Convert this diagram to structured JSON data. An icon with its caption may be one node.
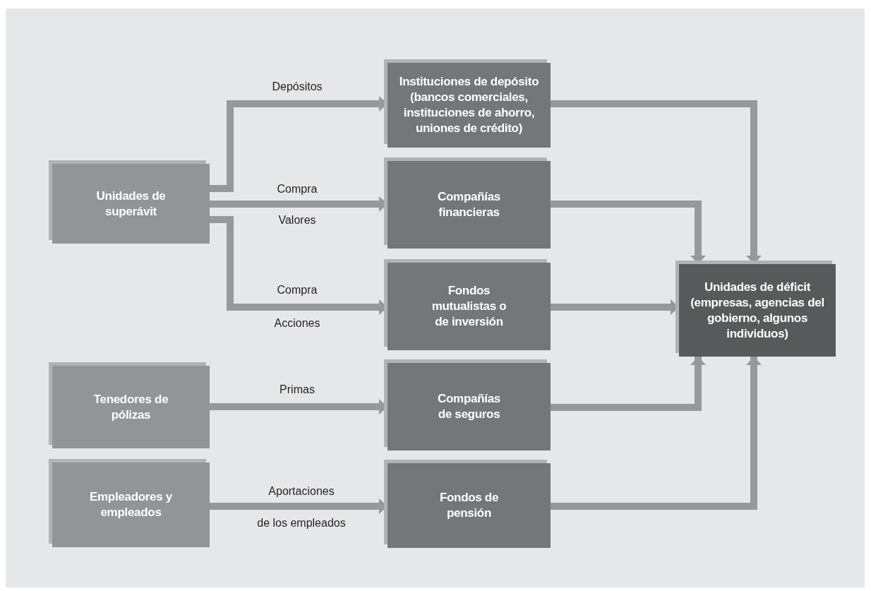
{
  "diagram": {
    "nodes": [
      {
        "text": [
          "Unidades de superávit"
        ]
      },
      {
        "text": [
          "Tenedores de pólizas"
        ]
      },
      {
        "text": [
          "Empleadores y empleados"
        ]
      },
      {
        "text": [
          "Instituciones de depósito (bancos comerciales, instituciones de ahorro, uniones de crédito)"
        ]
      },
      {
        "text": [
          "Compañías financieras"
        ]
      },
      {
        "text": [
          "Fondos mutualistas o de inversión"
        ]
      },
      {
        "text": [
          "Compañías de seguros"
        ]
      },
      {
        "text": [
          "Fondos de pensión"
        ]
      },
      {
        "text": [
          "Unidades de déficit (empresas, agencias del gobierno, algunos individuos)"
        ]
      }
    ],
    "edges": [
      {
        "from": 0,
        "to": 3,
        "arrow": "to",
        "label": "Depósitos"
      },
      {
        "from": 0,
        "to": 4,
        "arrow": "to",
        "label": "Compra"
      },
      {
        "from": 0,
        "to": 5,
        "arrow": "to",
        "label": "Compra"
      },
      {
        "from": 1,
        "to": 6,
        "arrow": "to",
        "label": "Primas"
      },
      {
        "from": 2,
        "to": 7,
        "arrow": "to",
        "label": "Aportaciones"
      },
      {
        "from": 3,
        "to": 8,
        "arrow": "to"
      },
      {
        "from": 4,
        "to": 8,
        "arrow": "to"
      },
      {
        "from": 5,
        "to": 8,
        "arrow": "to"
      },
      {
        "from": 6,
        "to": 8,
        "arrow": "to"
      },
      {
        "from": 7,
        "to": 8,
        "arrow": "to"
      }
    ],
    "labels": [
      "Valores",
      "Acciones",
      "de los empleados"
    ]
  }
}
